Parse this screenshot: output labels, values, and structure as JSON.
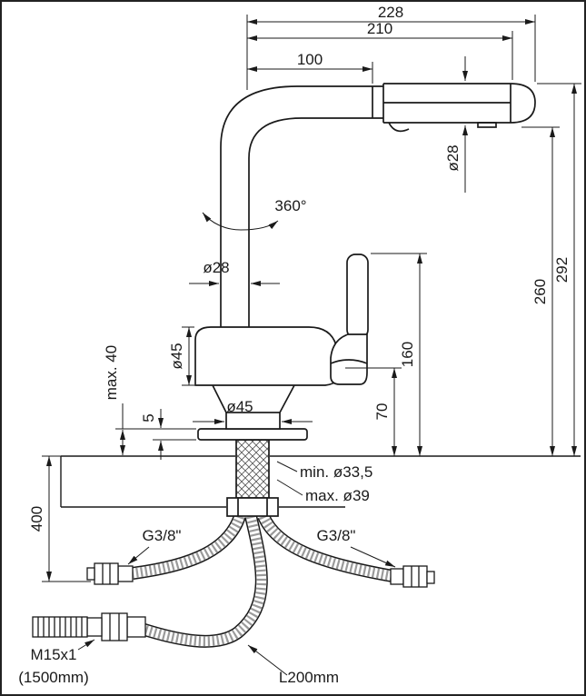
{
  "style": {
    "ink": "#1a1a1a",
    "background": "#ffffff"
  },
  "drawing": {
    "dims": {
      "width_overall": "228",
      "width_to_spout_end": "210",
      "width_spray_head": "100",
      "height_overall": "292",
      "height_spout": "260",
      "height_handle_top": "160",
      "height_body_bottom": "70",
      "dia_spout_tube": "ø28",
      "dia_riser_pipe": "ø28",
      "dia_body": "ø45",
      "dia_base": "ø45",
      "swivel_angle": "360°",
      "deck_thickness_max": "max. 40",
      "base_plate_thickness": "5",
      "hose_drop_below_deck": "400",
      "mounting_hole_min": "min. ø33,5",
      "mounting_hole_max": "max. ø39",
      "supply_connection_left": "G3/8\"",
      "supply_connection_right": "G3/8\"",
      "spray_hose_thread": "M15x1",
      "spray_hose_length": "(1500mm)",
      "connection_hose_length": "L200mm"
    }
  }
}
